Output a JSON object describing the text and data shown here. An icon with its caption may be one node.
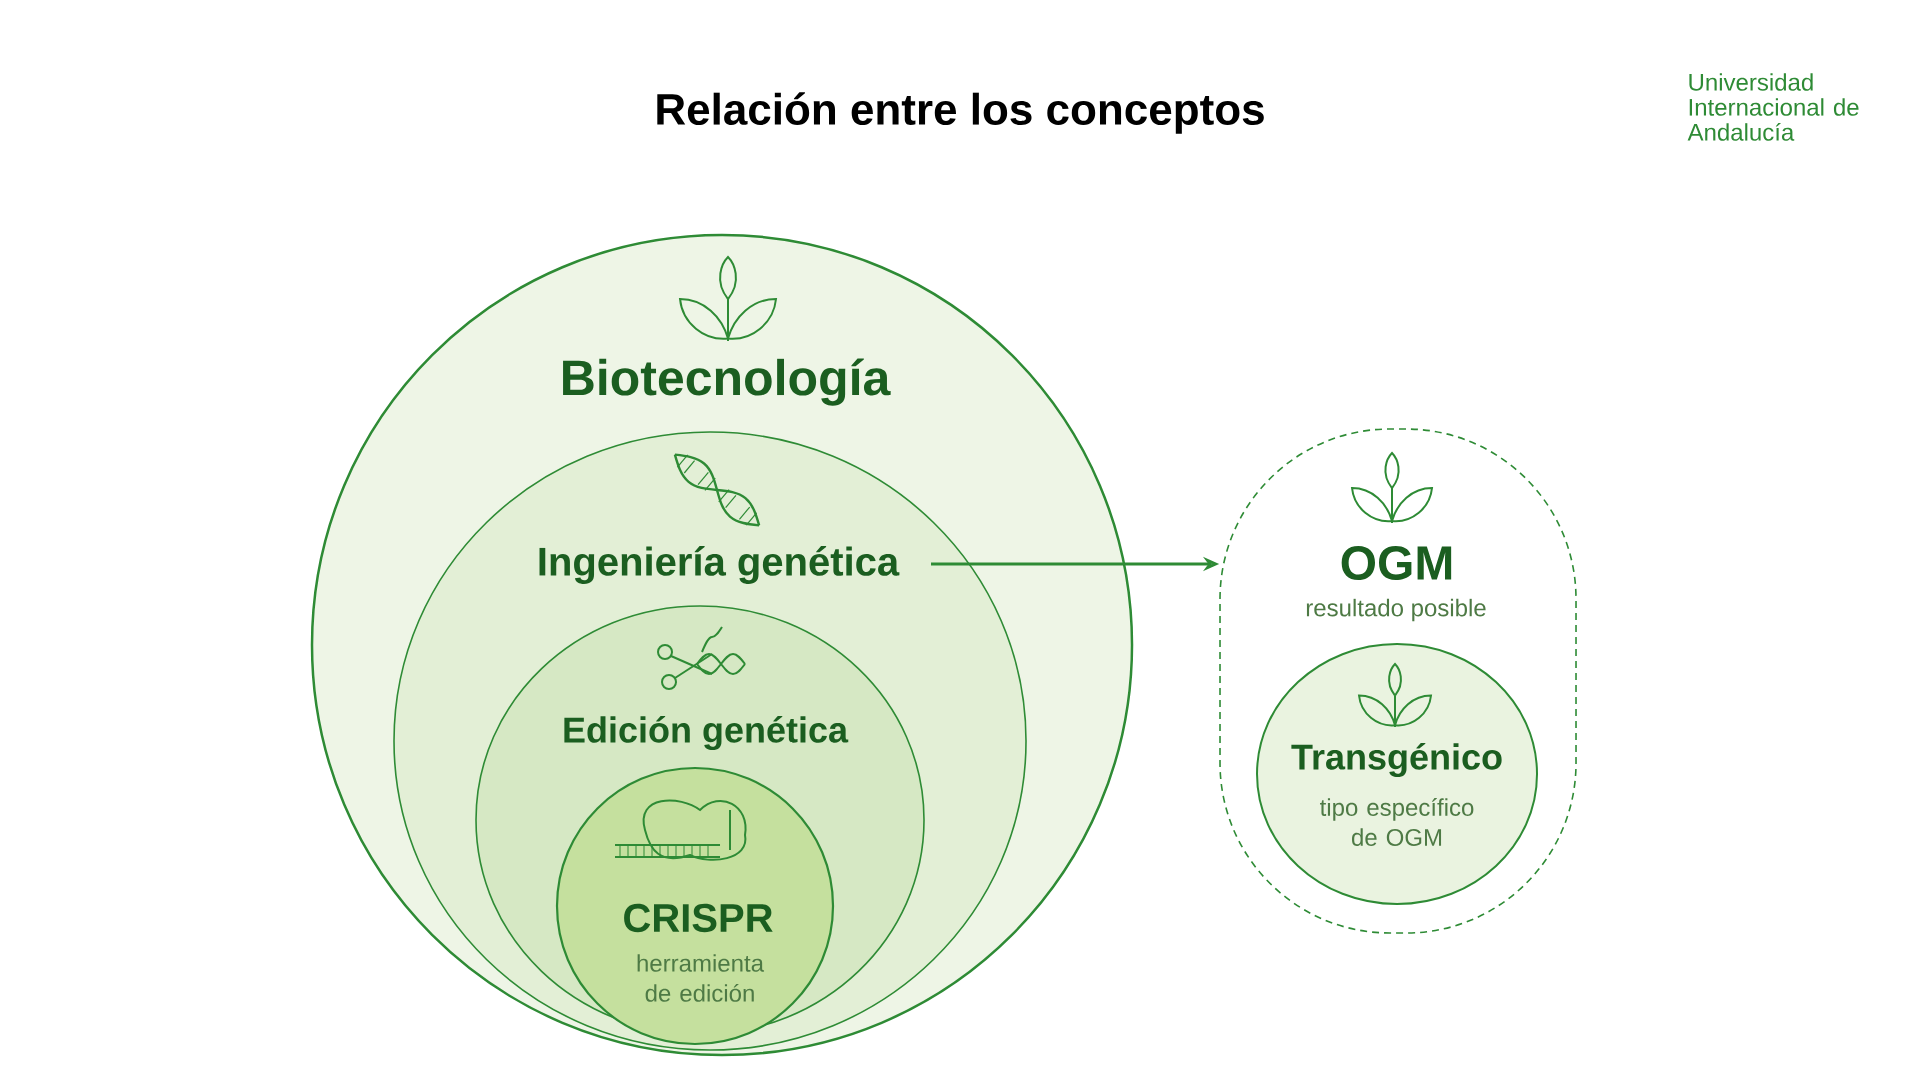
{
  "diagram": {
    "title": "Relación entre los conceptos",
    "nodes": [
      {
        "text": [
          "Biotecnología"
        ]
      },
      {
        "text": [
          "Ingeniería genética"
        ],
        "in": 0
      },
      {
        "text": [
          "Edición genética"
        ],
        "in": 1
      },
      {
        "text": [
          "CRISPR",
          "herramienta de edición"
        ],
        "in": 2
      },
      {
        "text": [
          "OGM",
          "resultado posible"
        ]
      },
      {
        "text": [
          "Transgénico",
          "tipo específico de OGM"
        ],
        "in": 4
      }
    ],
    "edges": [
      {
        "from": 1,
        "to": 4,
        "arrow": "to"
      }
    ],
    "labels": [
      "Universidad Internacional de Andalucía"
    ]
  }
}
